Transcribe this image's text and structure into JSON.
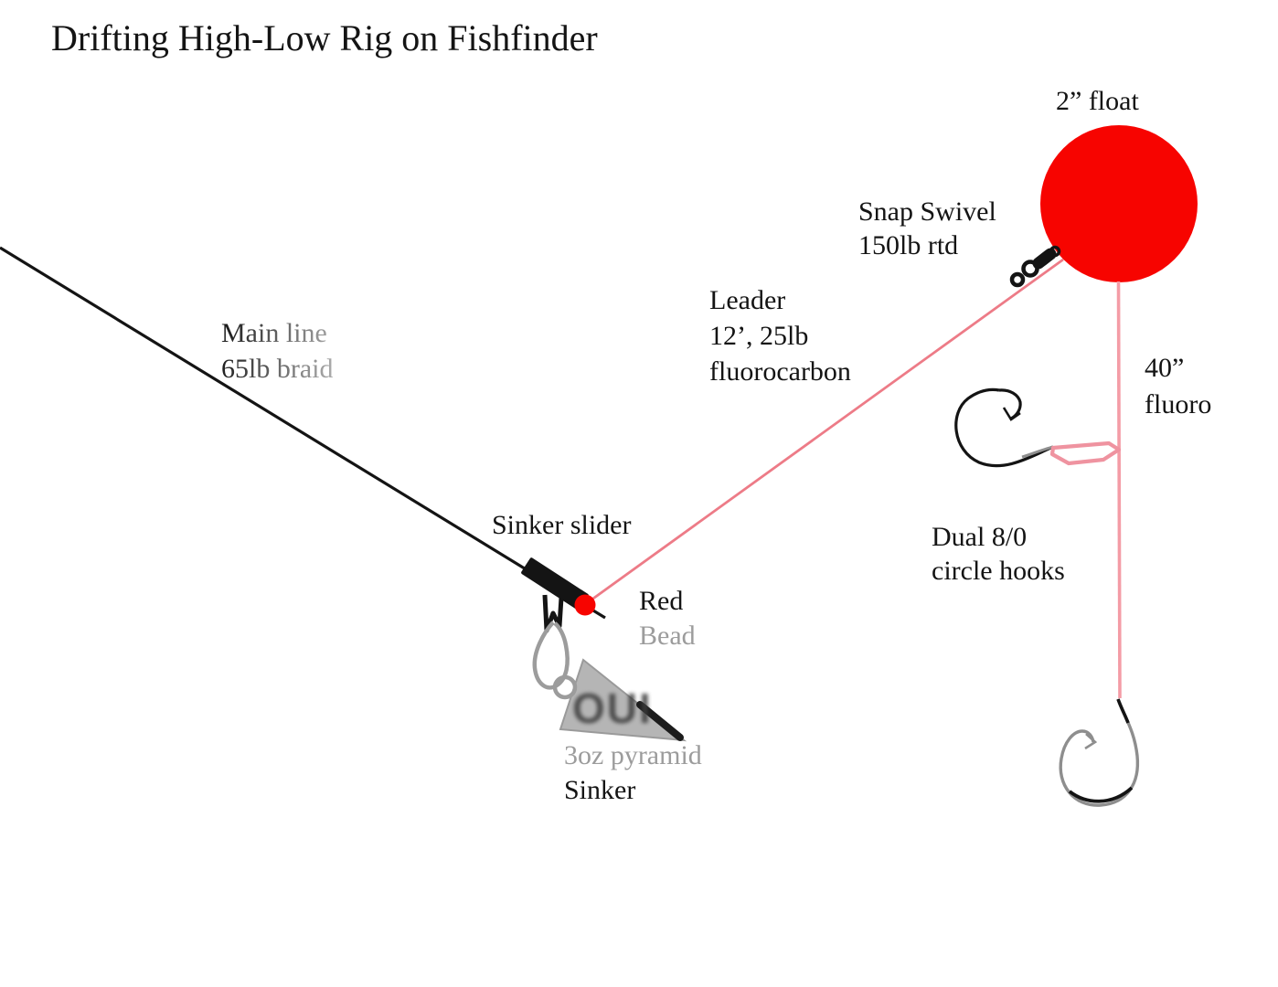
{
  "title": "Drifting High-Low Rig on Fishfinder",
  "labels": {
    "float": "2” float",
    "snap_swivel": [
      "Snap Swivel",
      "150lb rtd"
    ],
    "main_line": [
      "Main line",
      "65lb braid"
    ],
    "leader": [
      "Leader",
      "12’, 25lb",
      "fluorocarbon"
    ],
    "right_dropper": [
      "40”",
      "fluoro"
    ],
    "sinker_slider": "Sinker slider",
    "red_bead": [
      "Red",
      "Bead"
    ],
    "dual_hooks": [
      "Dual 8/0",
      "circle hooks"
    ],
    "pyramid_sinker_line1": "3oz pyramid",
    "pyramid_sinker_line2": "Sinker",
    "watermark": "OUI"
  },
  "colors": {
    "float_red": "#f70400",
    "leader_pink": "#ed7b87",
    "dropper_pink": "#f49ca6",
    "snell_pink": "#ef93a0",
    "line_black": "#141414",
    "gray_wire": "#9c9c9c",
    "triangle_fill": "#b5b5b5",
    "triangle_edge": "#9a9a9a",
    "text_gray": "#9c9c9c",
    "watermark_gray": "#3c3c3c"
  }
}
